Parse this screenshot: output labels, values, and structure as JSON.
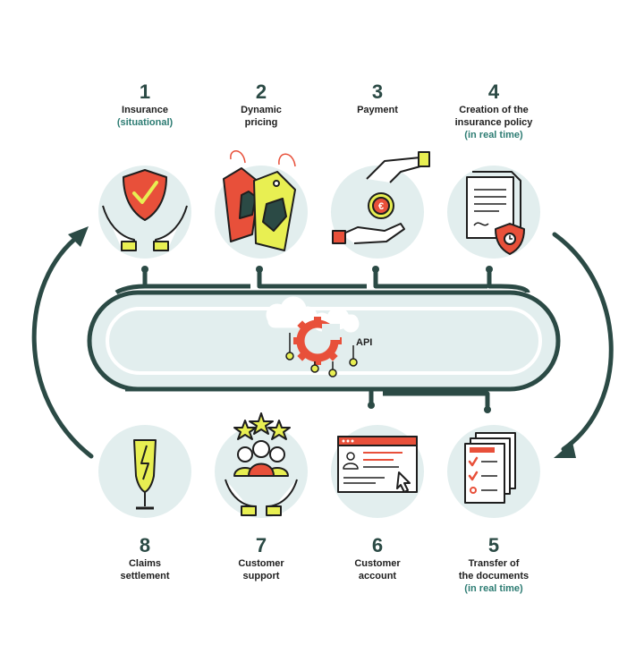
{
  "colors": {
    "dark_teal": "#2b4a45",
    "note_teal": "#2d7c73",
    "circle_bg": "#e2eeee",
    "accent_red": "#e8503a",
    "accent_yellow": "#e8ef52",
    "outline": "#1e1e1e"
  },
  "api_label": "API",
  "steps": [
    {
      "number": "1",
      "title": "Insurance",
      "note": "(situational)",
      "icon": "hands-shield-check-icon"
    },
    {
      "number": "2",
      "title": "Dynamic\npricing",
      "note": "",
      "icon": "price-tags-icon"
    },
    {
      "number": "3",
      "title": "Payment",
      "note": "",
      "icon": "hand-euro-coin-icon"
    },
    {
      "number": "4",
      "title": "Creation of the\ninsurance policy",
      "note": "(in real time)",
      "icon": "policy-document-icon"
    },
    {
      "number": "5",
      "title": "Transfer of\nthe documents",
      "note": "(in real time)",
      "icon": "document-checklist-icon"
    },
    {
      "number": "6",
      "title": "Customer\naccount",
      "note": "",
      "icon": "browser-account-icon"
    },
    {
      "number": "7",
      "title": "Customer\nsupport",
      "note": "",
      "icon": "hands-people-stars-icon"
    },
    {
      "number": "8",
      "title": "Claims\nsettlement",
      "note": "",
      "icon": "broken-glass-icon"
    }
  ]
}
